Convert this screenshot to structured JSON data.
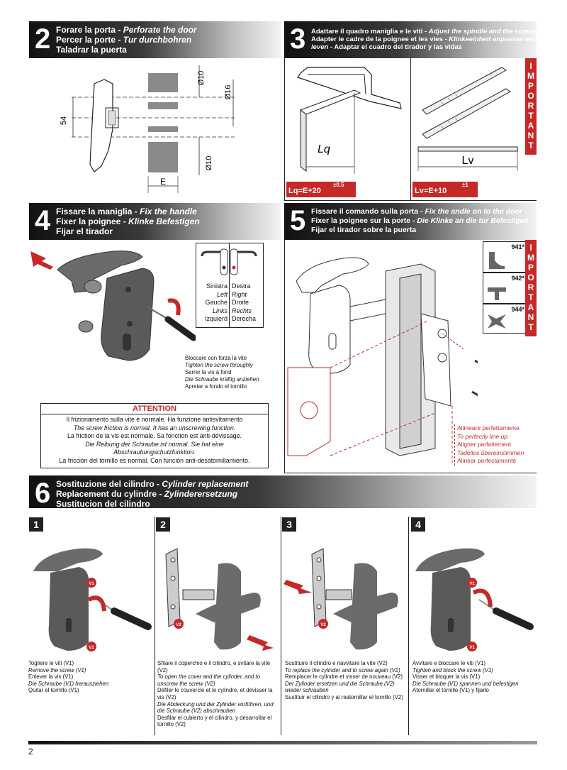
{
  "s2": {
    "num": "2",
    "l1a": "Forare la porta - ",
    "l1b": "Perforate the door",
    "l2a": "Percer la porte - ",
    "l2b": "Tur durchbohren",
    "l3": "Taladrar la puerta",
    "dims": {
      "d10a": "Ø10",
      "d16": "Ø16",
      "d10b": "Ø10",
      "h54": "54",
      "e": "E"
    }
  },
  "s3": {
    "num": "3",
    "l1a": "Adattare il quadro maniglia e le viti - ",
    "l1b": "Adjust the spindle and the screws",
    "l2a": "Adapter le cadre de la poignee et les vies - ",
    "l2b": "Klinkeeinheit anpassen en het",
    "l3a": "leven",
    "l3b": " - Adaptar el cuadro del tirador y las vidas",
    "lq_label": "Lq",
    "lv_label": "Lv",
    "lq_formula": "Lq=E+20",
    "lq_sup": "±0.5",
    "lv_formula": "Lv=E+10",
    "lv_sup": "±1",
    "important": [
      "I",
      "M",
      "P",
      "O",
      "R",
      "T",
      "A",
      "N",
      "T"
    ]
  },
  "s4": {
    "num": "4",
    "l1a": "Fissare la maniglia - ",
    "l1b": "Fix the handle",
    "l2a": "Fixer la poignee - ",
    "l2b": "Klinke Befestigen",
    "l3": "Fijar el tirador",
    "sides": [
      [
        "Sinistra",
        "Destra"
      ],
      [
        "Left",
        "Right"
      ],
      [
        "Gauche",
        "Droite"
      ],
      [
        "Links",
        "Rechts"
      ],
      [
        "Izquierd",
        "Derecha"
      ]
    ],
    "tighten": [
      "Bloccare con forza la vite",
      "Tighten the screw throughly",
      "Serrer la vis à fond",
      "Die Schraube kräftig anziehen",
      "Apretar a fondo el tornillo"
    ],
    "attention_title": "ATTENTION",
    "attention": [
      "Il frizionamento sulla vite è normale. Ha funzione antisvitamento",
      "The screw friction is normal. It has an unscrewing function.",
      "La friction de la vis est normale. Sa fonction est anti-dévissage.",
      "Die Reibung der Schraube ist normal. Sie hat eine",
      "Abschraubungschutzfunktion.",
      "La fricción del tornillo es normal. Con función anti-desatornillamiento."
    ]
  },
  "s5": {
    "num": "5",
    "l1a": "Fissare il comando sulla porta - ",
    "l1b": "Fix the andle on to the door",
    "l2a": "Fixer la poignee sur la porte - ",
    "l2b": "Die Klinke an die tur Befestigen",
    "l3": "Fijar el tirador sobre la puerta",
    "codes": [
      "941*",
      "942*",
      "944*"
    ],
    "important": [
      "I",
      "M",
      "P",
      "O",
      "R",
      "T",
      "A",
      "N",
      "T"
    ],
    "align": [
      "Allineare perfettamente",
      "To perfectly line up",
      "Aligner parfaitement",
      "Tadellos übereinstimmen",
      "Alinear perfectamente"
    ]
  },
  "s6": {
    "num": "6",
    "l1a": "Sostituzione del cilindro - ",
    "l1b": "Cylinder replacement",
    "l2a": "Replacement du cylindre - ",
    "l2b": "Zylinderersetzung",
    "l3": "Sustitucion del cilindro",
    "steps": [
      {
        "n": "1",
        "lines": [
          "Togliere le viti (V1)",
          "Remove the screw (V1)",
          "Enlever la vis (V1)",
          "Die Schraube (V1) herausziehen",
          "Quitar el tornillo (V1)"
        ],
        "labels": [
          "V1",
          "V1"
        ]
      },
      {
        "n": "2",
        "lines": [
          "Sfilare il coperchio e il cilindro, e svitare la vite (V2)",
          "To open the cover and the cylinder, and to unscrew the screw (V2)",
          "Défiler le couvercle et le cylindre, et dévisser la vis (V2)",
          "Die Abdeckung und der Zylinder vorführen, und die Schraube (V2) abschrauben",
          "Desfilar el cubierto y el cilindro, y desarrollar el tornillo (V2)"
        ],
        "labels": [
          "V2"
        ]
      },
      {
        "n": "3",
        "lines": [
          "Sostituire il cilindro e riavvitare la vite (V2)",
          "To replace the cylinder and to screw again (V2)",
          "Remplacer le cylindre et visser de nouveau (V2)",
          "Der Zylinder ersetzen und die Schraube (V2) wieder schrauben",
          "Sustituir el cilindro y al reatornillar el tornillo (V2)"
        ],
        "labels": [
          "V2"
        ]
      },
      {
        "n": "4",
        "lines": [
          "Avvitare e bloccare le viti (V1)",
          "Tighten and block the screw (V1)",
          "Visser et bloquer la vis (V1)",
          "Die Schraube (V1) spannen und befestigen",
          "Atornillar el tornillo (V1) y fijarlo"
        ],
        "labels": [
          "V1",
          "V1"
        ]
      }
    ]
  },
  "page_number": "2"
}
